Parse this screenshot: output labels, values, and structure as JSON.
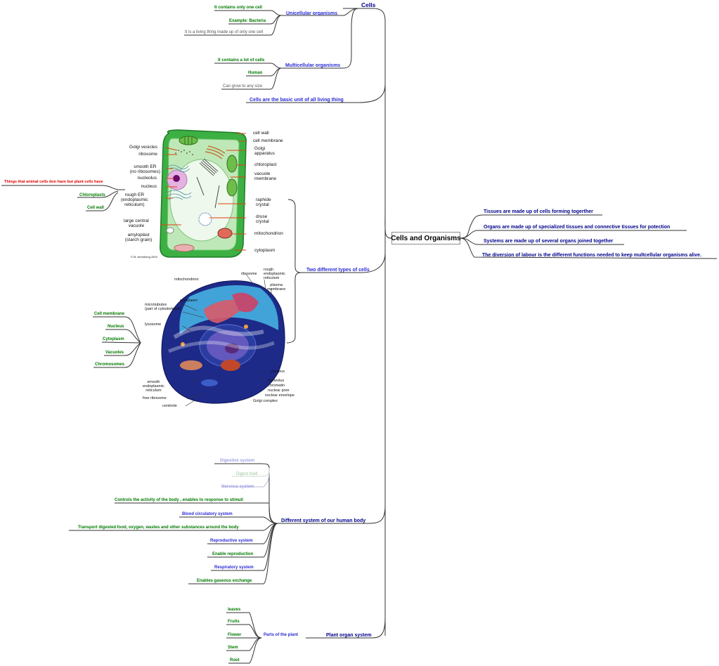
{
  "central": "Cells and Organisms",
  "cells": {
    "label": "Cells",
    "unicellular": {
      "label": "Unicellular organisms",
      "items": [
        "It contains only one cell",
        "Example: Bacteria",
        "It is a living thing made up of only one cell"
      ]
    },
    "multicellular": {
      "label": "Multicellular organisms",
      "items": [
        "It contains a lot of cells",
        "Human",
        "Can grow to any size"
      ]
    },
    "basic_unit": "Cells are the basic unit of all living thing",
    "two_types": {
      "label": "Two different types of cells",
      "plant_note": "Things that animal cells don have but plant cells have",
      "plant_items": [
        "Chloroplasts",
        "Cell wall"
      ],
      "animal_items": [
        "Cell membrane",
        "Nucleus",
        "Cytoplasm",
        "Vacuoles",
        "Chromosomes"
      ]
    }
  },
  "plant_cell_labels": {
    "cell_wall": "cell wall",
    "cell_membrane": "cell membrane",
    "golgi_apparatus": "Golgi\napparatus",
    "chloroplast": "chloroplast",
    "vacuole_membrane": "vacuole\nmembrane",
    "raphide_crystal": "raphide\ncrystal",
    "druse_crystal": "druse\ncrystal",
    "mitochondrion": "mitochondrion",
    "cytoplasm": "cytoplasm",
    "golgi_vesicles": "Golgi vesicles",
    "ribosome": "ribosome",
    "smooth_er": "smooth ER\n(no ribosomes)",
    "nucleolus": "nucleolus",
    "nucleus": "nucleus",
    "rough_er": "rough ER\n(endoplasmic\nreticulum)",
    "large_vacuole": "large central\nvacuole",
    "amyloplast": "amyloplast\n(starch grain)",
    "credit": "© M. Armstrong 2004"
  },
  "animal_cell_labels": {
    "mitochondrion": "mitochondrion",
    "ribosome": "ribosome",
    "rough_er": "rough\nendoplasmic\nreticulum",
    "plasma_membrane": "plasma\nmembrane",
    "cytoplasm": "cytoplasm",
    "microtubules": "microtubules\n(part of cytoskeleton)",
    "lysosome": "lysosome",
    "nucleus": "nucleus",
    "nucleolus": "nucleolus",
    "chromatin": "chromatin",
    "nuclear_pore": "nuclear pore",
    "nuclear_envelope": "nuclear envelope",
    "golgi_complex": "Golgi complex",
    "smooth_er": "smooth\nendoplasmic\nreticulum",
    "free_ribosome": "free ribosome",
    "centriole": "centriole"
  },
  "right": [
    "Tissues are made up of cells forming togerther",
    "Organs are made up of specialized tissues and connective tissues for potection",
    "Systems are made up of several organs joined together",
    "The diversion of labour is the different functions needed to keep multcellular organisms alive."
  ],
  "systems": {
    "label": "Different system of our human body",
    "items": [
      "Digestive system",
      "Digest food",
      "Nervous system",
      "Controls the activity of the body , enables to response to stimuli",
      "Blood circulatory system",
      "Transport digested food, oxygen, wastes and other substances around the body",
      "Reproductive system",
      "Enable reproduction",
      "Respiratory system",
      "Enables gaseous exchange"
    ]
  },
  "plant_system": {
    "label": "Plant organ system",
    "sub": "Parts of the plant",
    "items": [
      "leaves",
      "Fruits",
      "Flower",
      "Stem",
      "Root"
    ]
  },
  "colors": {
    "main_branch": "#00008b",
    "sub_branch": "#2a2ad4",
    "leaf_green": "#007a00",
    "note_red": "#e00000",
    "connector": "#333333",
    "cell_wall_green": "#3cb043",
    "cytoplasm_green": "#bfe8b8"
  }
}
